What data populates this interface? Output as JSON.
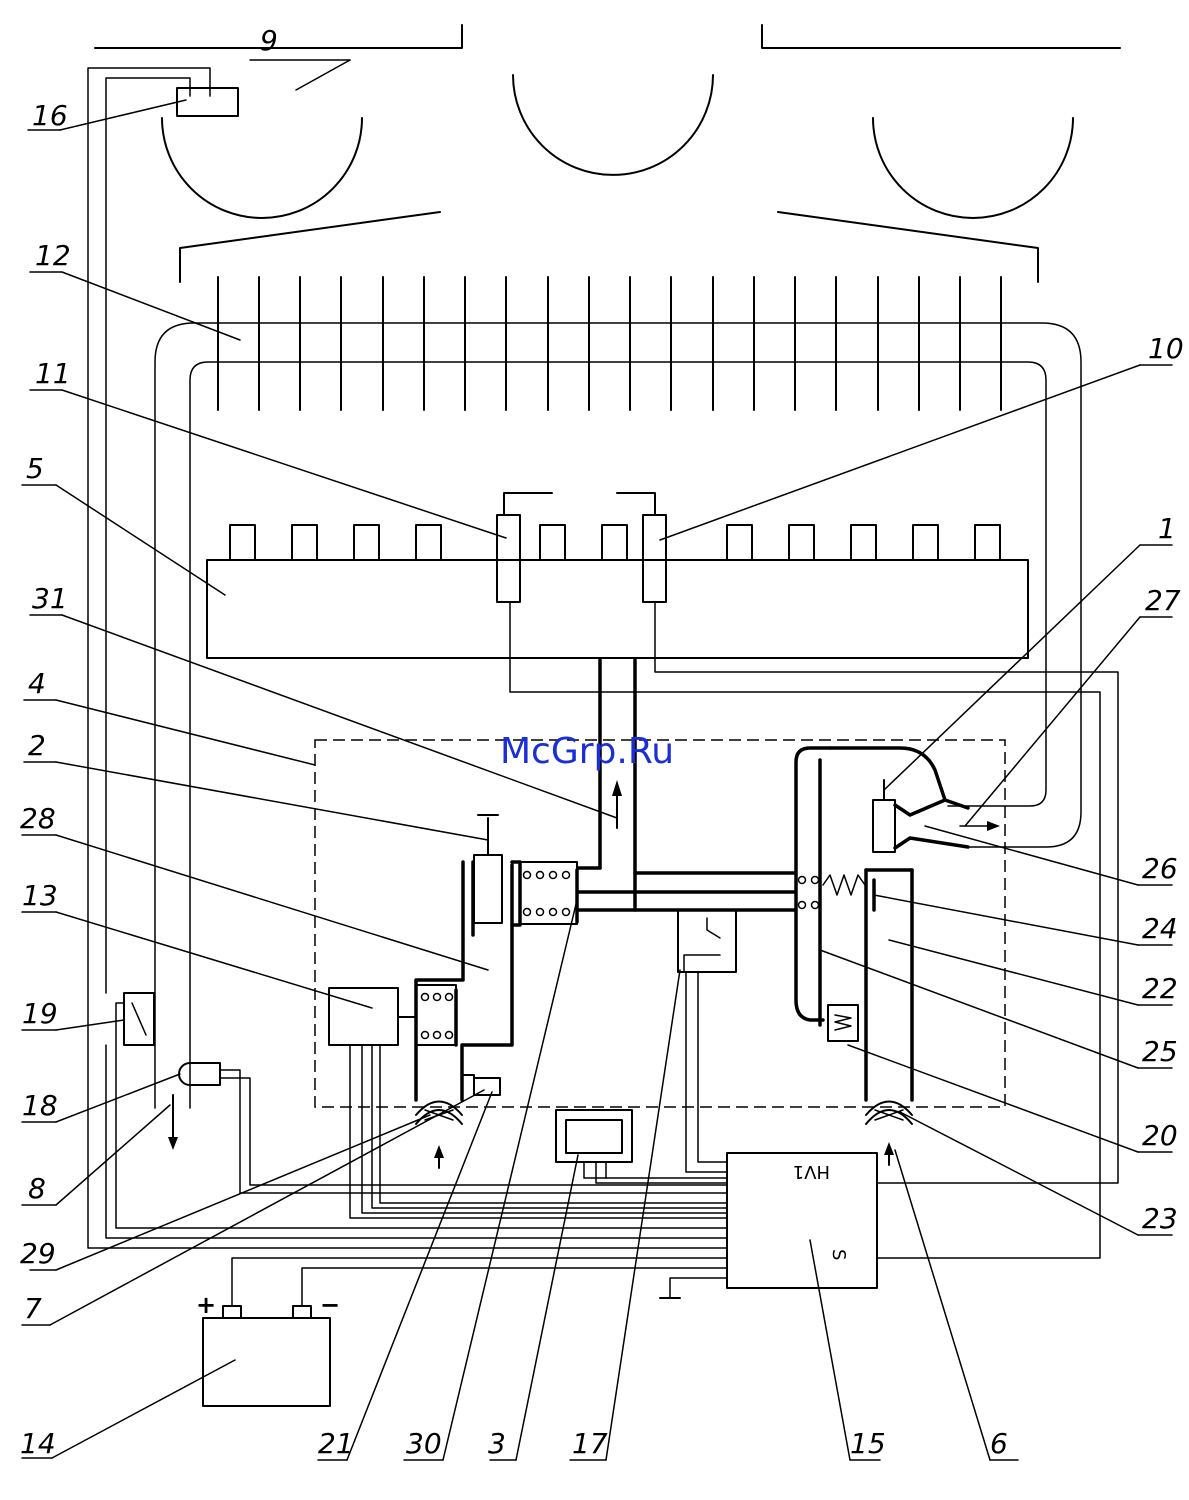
{
  "watermark": "McGrp.Ru",
  "controller": {
    "label_top": "HV1",
    "label_bottom": "S"
  },
  "battery": {
    "plus": "+",
    "minus": "−"
  },
  "callouts": [
    {
      "id": "c1",
      "text": "1"
    },
    {
      "id": "c2",
      "text": "2"
    },
    {
      "id": "c3",
      "text": "3"
    },
    {
      "id": "c4",
      "text": "4"
    },
    {
      "id": "c5",
      "text": "5"
    },
    {
      "id": "c6",
      "text": "6"
    },
    {
      "id": "c7",
      "text": "7"
    },
    {
      "id": "c8",
      "text": "8"
    },
    {
      "id": "c9",
      "text": "9"
    },
    {
      "id": "c10",
      "text": "10"
    },
    {
      "id": "c11",
      "text": "11"
    },
    {
      "id": "c12",
      "text": "12"
    },
    {
      "id": "c13",
      "text": "13"
    },
    {
      "id": "c14",
      "text": "14"
    },
    {
      "id": "c15",
      "text": "15"
    },
    {
      "id": "c16",
      "text": "16"
    },
    {
      "id": "c17",
      "text": "17"
    },
    {
      "id": "c18",
      "text": "18"
    },
    {
      "id": "c19",
      "text": "19"
    },
    {
      "id": "c20",
      "text": "20"
    },
    {
      "id": "c21",
      "text": "21"
    },
    {
      "id": "c22",
      "text": "22"
    },
    {
      "id": "c23",
      "text": "23"
    },
    {
      "id": "c24",
      "text": "24"
    },
    {
      "id": "c25",
      "text": "25"
    },
    {
      "id": "c26",
      "text": "26"
    },
    {
      "id": "c27",
      "text": "27"
    },
    {
      "id": "c28",
      "text": "28"
    },
    {
      "id": "c29",
      "text": "29"
    },
    {
      "id": "c30",
      "text": "30"
    },
    {
      "id": "c31",
      "text": "31"
    }
  ]
}
